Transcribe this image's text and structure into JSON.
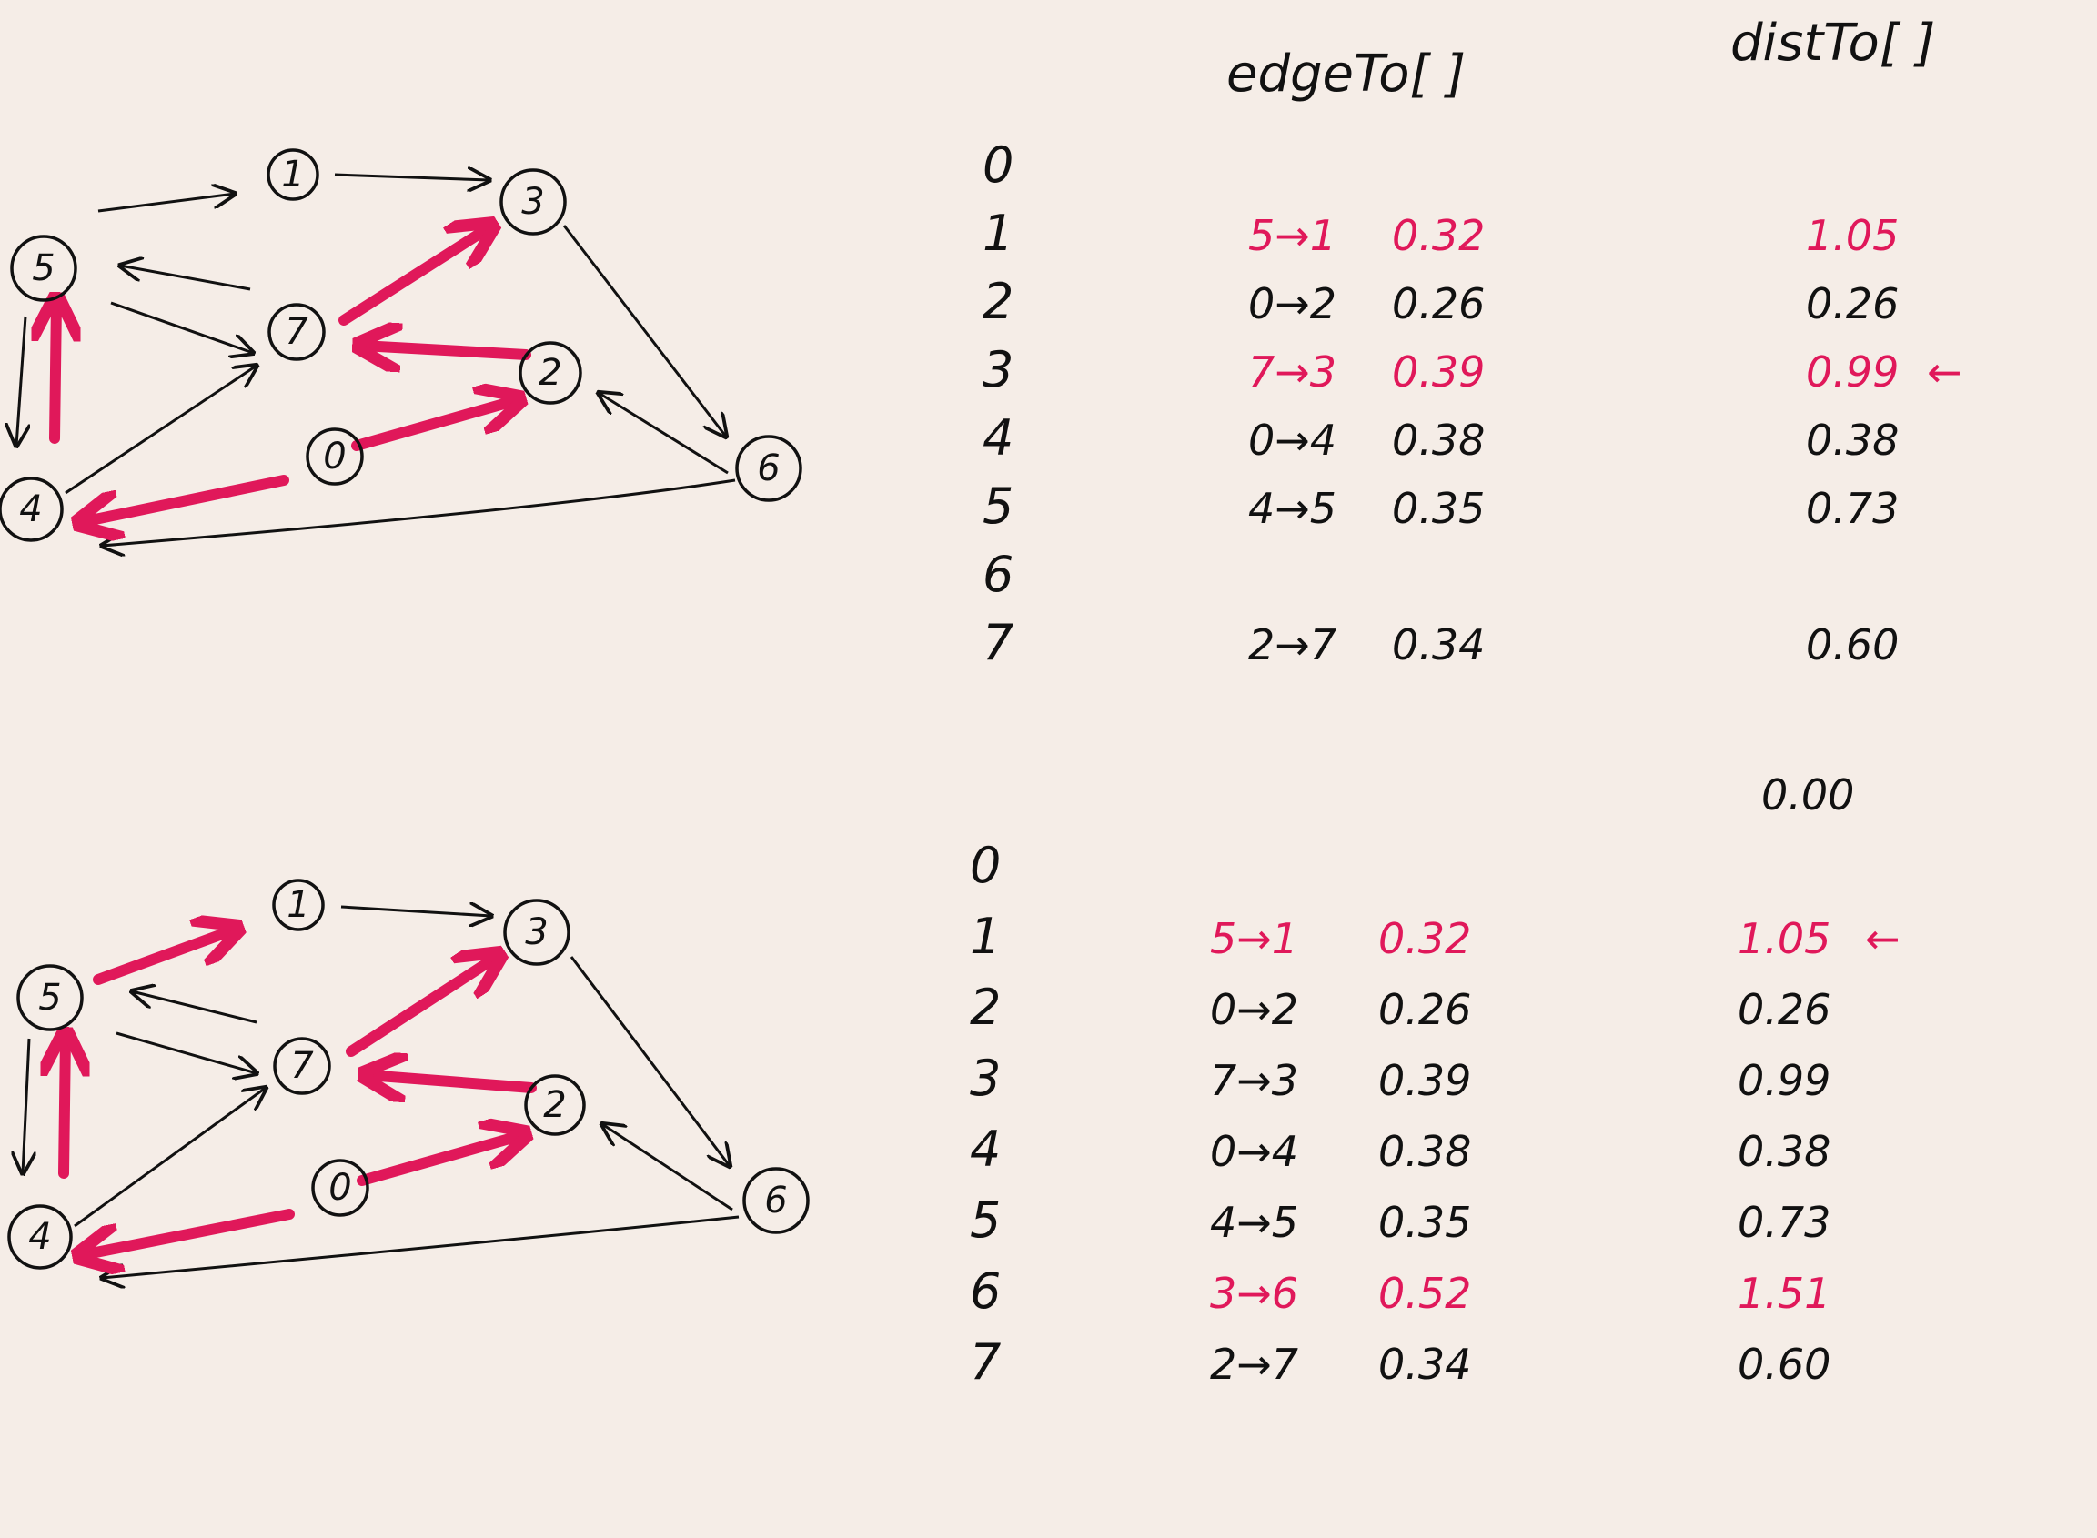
{
  "headers": {
    "edgeTo": "edgeTo[ ]",
    "distTo": "distTo[ ]"
  },
  "nodes": [
    "0",
    "1",
    "2",
    "3",
    "4",
    "5",
    "6",
    "7"
  ],
  "colors": {
    "ink": "#111111",
    "highlight": "#e0185a",
    "paper": "#f5ede7"
  },
  "table1": {
    "rows": [
      {
        "index": "0",
        "edge": "",
        "weight": "",
        "dist": "",
        "edge_red": false,
        "dist_red": false
      },
      {
        "index": "1",
        "edge": "5→1",
        "weight": "0.32",
        "dist": "1.05",
        "edge_red": true,
        "dist_red": true
      },
      {
        "index": "2",
        "edge": "0→2",
        "weight": "0.26",
        "dist": "0.26",
        "edge_red": false,
        "dist_red": false
      },
      {
        "index": "3",
        "edge": "7→3",
        "weight": "0.39",
        "dist": "0.99",
        "edge_red": true,
        "dist_red": true,
        "arrow": "←"
      },
      {
        "index": "4",
        "edge": "0→4",
        "weight": "0.38",
        "dist": "0.38",
        "edge_red": false,
        "dist_red": false
      },
      {
        "index": "5",
        "edge": "4→5",
        "weight": "0.35",
        "dist": "0.73",
        "edge_red": false,
        "dist_red": false
      },
      {
        "index": "6",
        "edge": "",
        "weight": "",
        "dist": "",
        "edge_red": false,
        "dist_red": false
      },
      {
        "index": "7",
        "edge": "2→7",
        "weight": "0.34",
        "dist": "0.60",
        "edge_red": false,
        "dist_red": false
      }
    ]
  },
  "table2": {
    "dist_zero": "0.00",
    "rows": [
      {
        "index": "0",
        "edge": "",
        "weight": "",
        "dist": "",
        "edge_red": false,
        "dist_red": false
      },
      {
        "index": "1",
        "edge": "5→1",
        "weight": "0.32",
        "dist": "1.05",
        "edge_red": true,
        "dist_red": true,
        "arrow": "←"
      },
      {
        "index": "2",
        "edge": "0→2",
        "weight": "0.26",
        "dist": "0.26",
        "edge_red": false,
        "dist_red": false
      },
      {
        "index": "3",
        "edge": "7→3",
        "weight": "0.39",
        "dist": "0.99",
        "edge_red": false,
        "dist_red": false
      },
      {
        "index": "4",
        "edge": "0→4",
        "weight": "0.38",
        "dist": "0.38",
        "edge_red": false,
        "dist_red": false
      },
      {
        "index": "5",
        "edge": "4→5",
        "weight": "0.35",
        "dist": "0.73",
        "edge_red": false,
        "dist_red": false
      },
      {
        "index": "6",
        "edge": "3→6",
        "weight": "0.52",
        "dist": "1.51",
        "edge_red": true,
        "dist_red": true
      },
      {
        "index": "7",
        "edge": "2→7",
        "weight": "0.34",
        "dist": "0.60",
        "edge_red": false,
        "dist_red": false
      }
    ]
  }
}
